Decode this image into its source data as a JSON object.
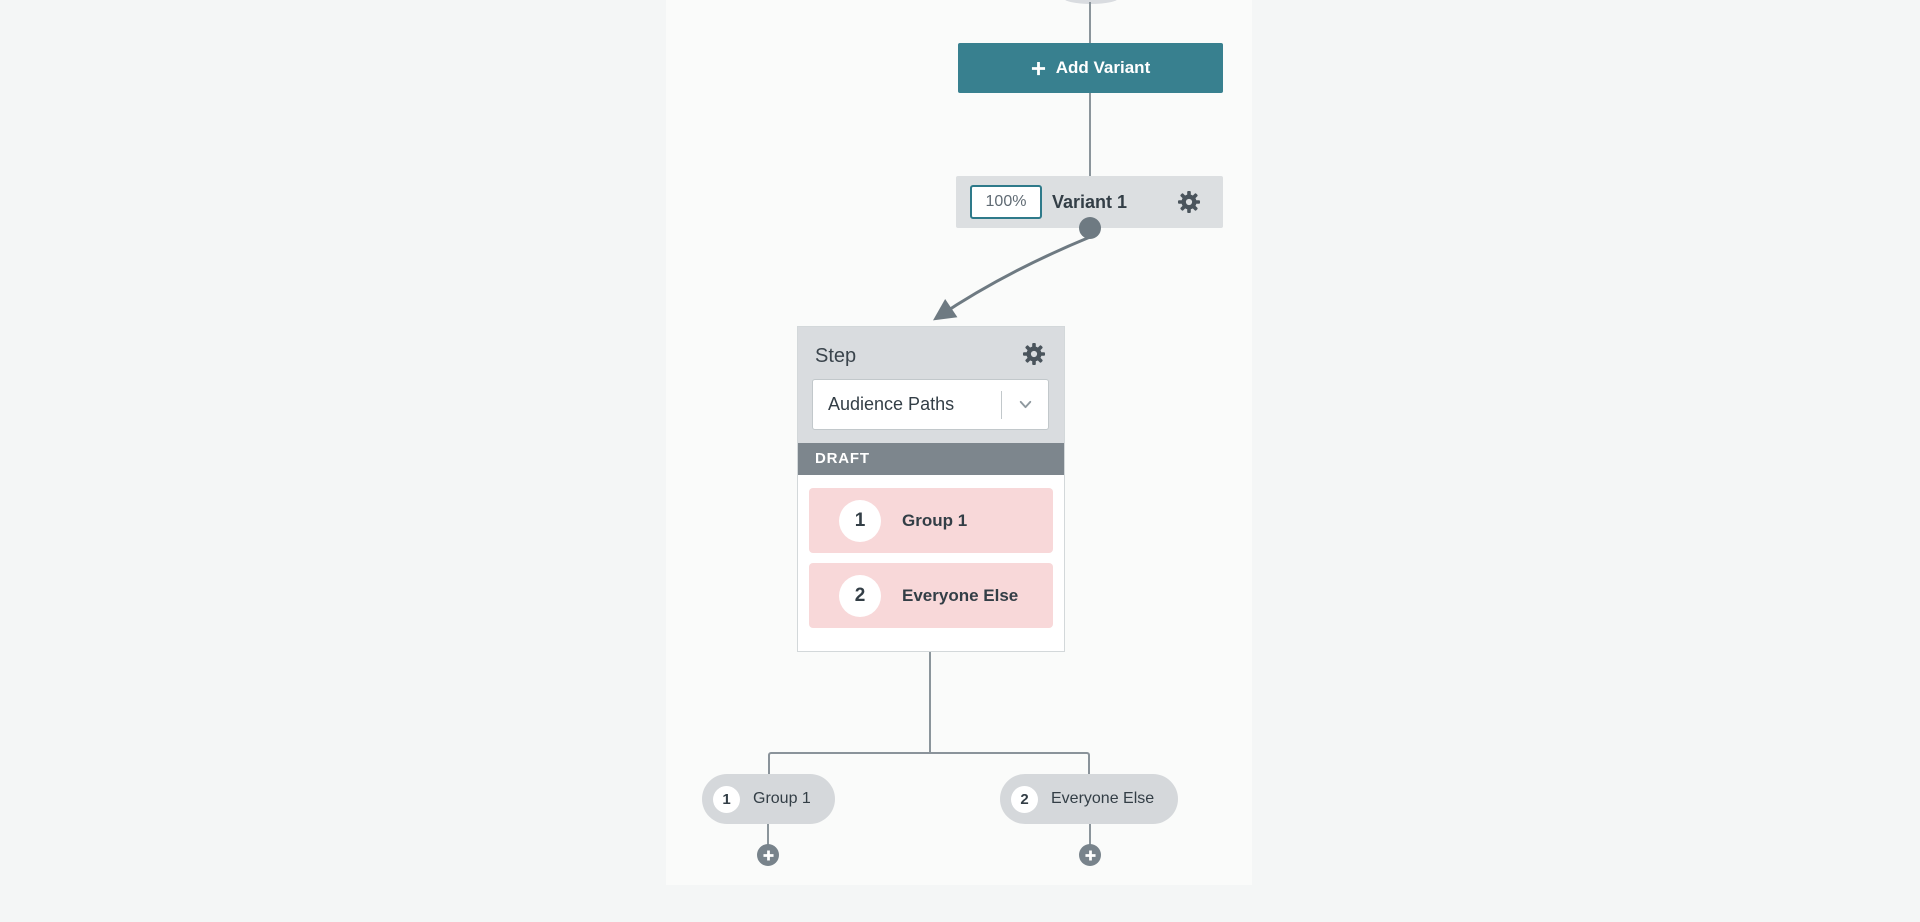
{
  "colors": {
    "accent_teal": "#38808F",
    "node_gray": "#DCDFE1",
    "card_header_gray": "#D9DCDF",
    "draft_banner_gray": "#7D868D",
    "path_pink": "#F8D8D9",
    "pill_gray": "#D5D8DB",
    "connector_line_gray": "#8A939A",
    "arrow_gray": "#6E7A82",
    "text_dark": "#333E46"
  },
  "add_variant_button": {
    "label": "Add Variant"
  },
  "variant_node": {
    "percent_value": "100%",
    "label": "Variant 1"
  },
  "step_card": {
    "title": "Step",
    "dropdown_value": "Audience Paths",
    "status_badge": "DRAFT",
    "paths": [
      {
        "number": "1",
        "label": "Group 1"
      },
      {
        "number": "2",
        "label": "Everyone Else"
      }
    ]
  },
  "branch_pills": [
    {
      "number": "1",
      "label": "Group 1"
    },
    {
      "number": "2",
      "label": "Everyone Else"
    }
  ]
}
